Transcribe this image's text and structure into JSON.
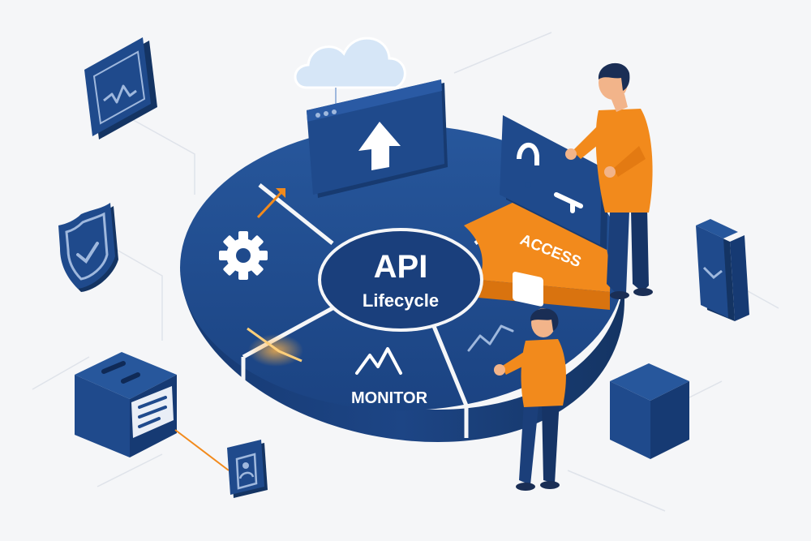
{
  "center": {
    "title": "API",
    "subtitle": "Lifecycle"
  },
  "segments": {
    "access": {
      "label": "ACCESS",
      "icon": "lock-key-icon"
    },
    "monitor": {
      "label": "MONITOR",
      "icon": "pulse-icon"
    },
    "deploy": {
      "icon": "upload-arrow-icon"
    },
    "configure": {
      "icon": "gear-icon"
    },
    "analyze": {
      "icon": "trend-line-icon"
    }
  },
  "colors": {
    "navy": "#1f4a8c",
    "navy_dark": "#173a70",
    "navy_side": "#143463",
    "orange": "#f28a1c",
    "background": "#f5f6f8",
    "cloud": "#d6e6f7"
  }
}
